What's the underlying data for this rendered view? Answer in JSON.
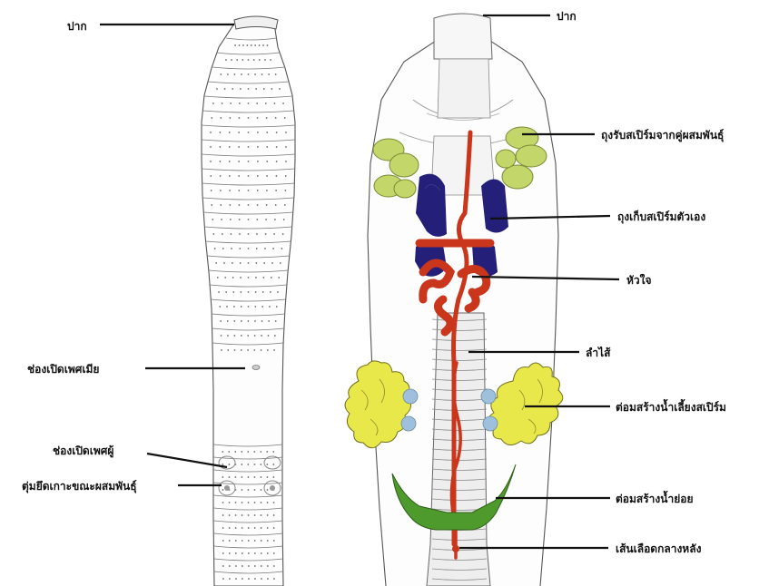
{
  "left_labels": {
    "mouth": "ปาก",
    "female_pore": "ช่องเปิดเพศเมีย",
    "male_pore": "ช่องเปิดเพศผู้",
    "mating_clasp": "ตุ่มยึดเกาะขณะผสมพันธุ์"
  },
  "right_labels": {
    "mouth": "ปาก",
    "seminal_receptacle": "ถุงรับสเปิร์มจากคู่ผสมพันธุ์",
    "seminal_vesicle": "ถุงเก็บสเปิร์มตัวเอง",
    "heart": "หัวใจ",
    "intestine": "ลำไส้",
    "prostate_gland": "ต่อมสร้างน้ำเลี้ยงสเปิร์ม",
    "digestive_gland": "ต่อมสร้างน้ำย่อย",
    "dorsal_vessel": "เส้นเลือดกลางหลัง"
  },
  "colors": {
    "receptacle": "#c3d66a",
    "vesicle": "#24207a",
    "blood": "#c9361c",
    "prostate": "#e8e84a",
    "prostate_blue": "#9ec0dc",
    "digestive": "#4f9a2c",
    "intestine": "#eeeeee"
  }
}
